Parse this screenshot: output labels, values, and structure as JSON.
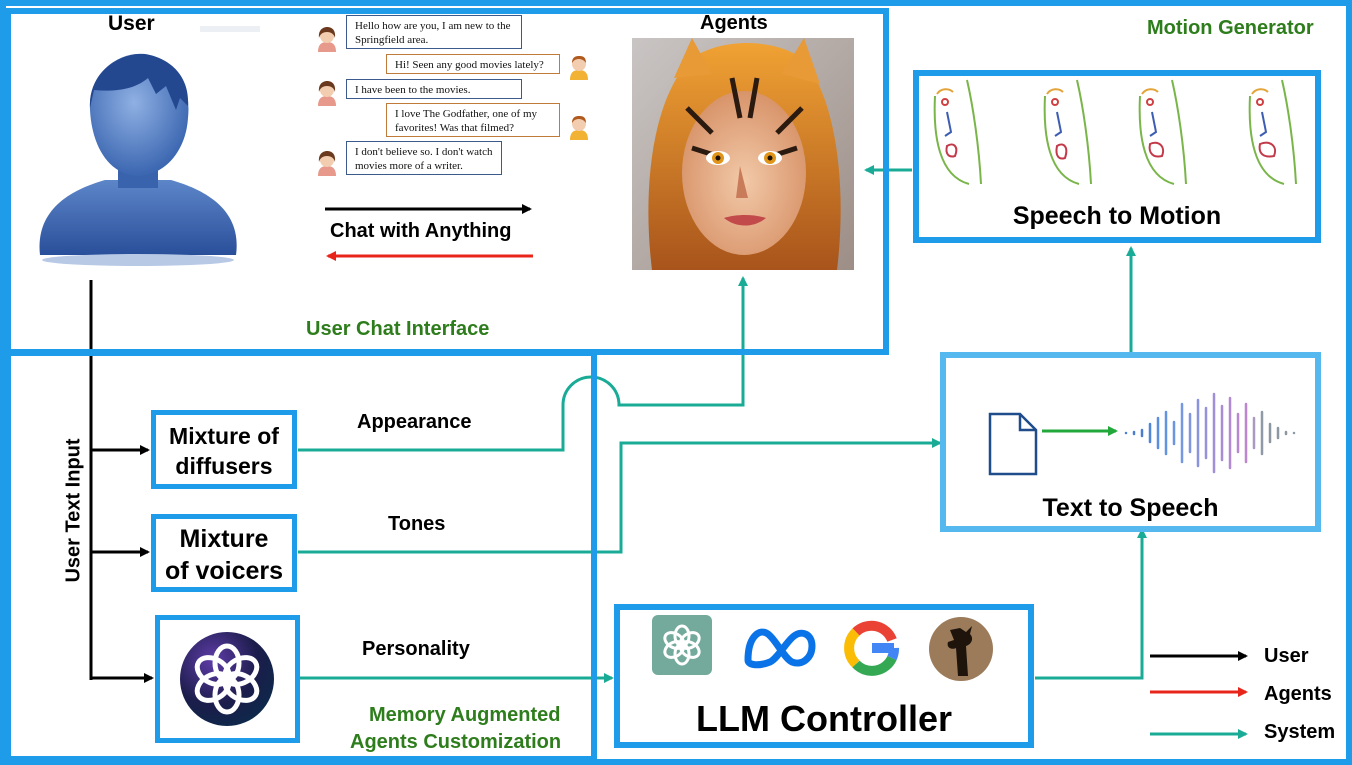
{
  "panels": {
    "user_chat_interface": "User Chat Interface",
    "motion_generator": "Motion Generator",
    "memory_customization_line1": "Memory Augmented",
    "memory_customization_line2": "Agents Customization"
  },
  "headings": {
    "user": "User",
    "agents": "Agents"
  },
  "chat": {
    "messages": [
      {
        "speaker": "user",
        "text": "Hello how are you, I am new to the Springfield area."
      },
      {
        "speaker": "bot",
        "text": "Hi! Seen any good movies lately?"
      },
      {
        "speaker": "user",
        "text": "I have been to the movies."
      },
      {
        "speaker": "bot",
        "text": "I love The Godfather, one of my favorites! Was that filmed?"
      },
      {
        "speaker": "user",
        "text": "I don't believe so. I don't watch movies more of a writer."
      }
    ],
    "caption": "Chat with Anything"
  },
  "modules": {
    "diffusers_line1": "Mixture of",
    "diffusers_line2": "diffusers",
    "voicers_line1": "Mixture",
    "voicers_line2": "of voicers",
    "llm_controller": "LLM Controller",
    "text_to_speech": "Text to Speech",
    "speech_to_motion": "Speech to Motion"
  },
  "edges": {
    "appearance": "Appearance",
    "tones": "Tones",
    "personality": "Personality",
    "user_text_input": "User Text Input"
  },
  "legend": {
    "items": [
      {
        "label": "User",
        "color": "#000000"
      },
      {
        "label": "Agents",
        "color": "#e8251a"
      },
      {
        "label": "System",
        "color": "#1aab96"
      }
    ]
  },
  "colors": {
    "panel_border": "#1e9be9",
    "system_arrow": "#1aab96",
    "agent_arrow": "#e8251a",
    "user_arrow": "#000000",
    "panel_label": "#2e7d1c"
  },
  "icons": {
    "user_avatar": "person-silhouette-icon",
    "agent_image": "tiger-woman-portrait",
    "openai": "openai-logo-icon",
    "meta": "meta-logo-icon",
    "google": "google-logo-icon",
    "llama": "llama-logo-icon",
    "document": "document-icon",
    "waveform": "audio-waveform-icon",
    "faces": "face-sketch-icon"
  }
}
